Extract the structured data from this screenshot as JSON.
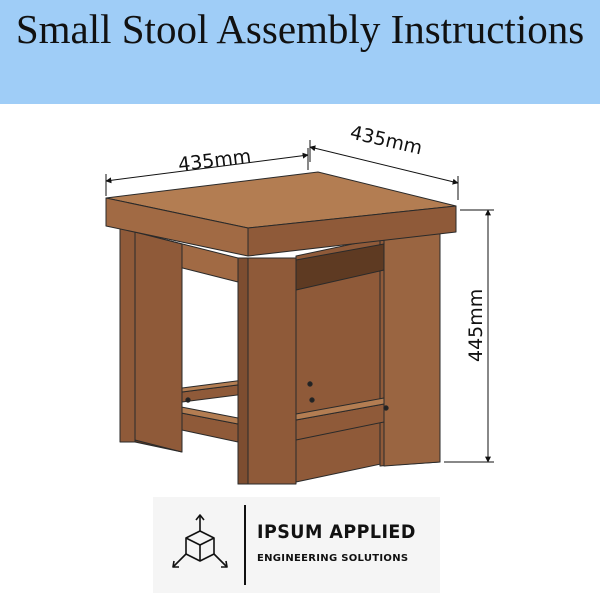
{
  "header": {
    "title": "Small Stool Assembly Instructions",
    "background": "#9fcdf7"
  },
  "dimensions": {
    "width_front": "435mm",
    "width_side": "435mm",
    "height": "445mm"
  },
  "logo": {
    "icon": "cube-axes-icon",
    "company_name": "IPSUM APPLIED",
    "tagline": "ENGINEERING SOLUTIONS"
  },
  "colors": {
    "wood_top": "#b37d52",
    "wood_front": "#8f5a39",
    "wood_dark": "#5e3a22",
    "outline": "#2a2a2a"
  }
}
